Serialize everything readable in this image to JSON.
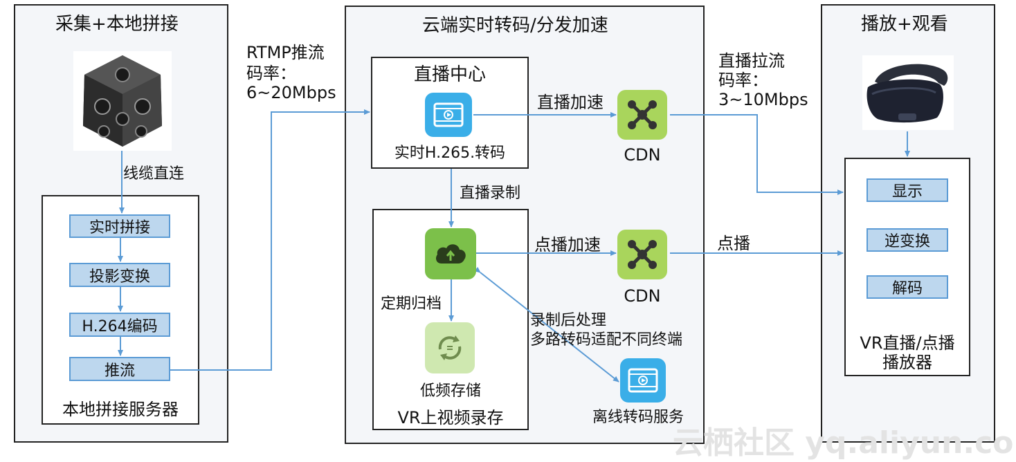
{
  "panels": {
    "capture": {
      "title": "采集+本地拼接"
    },
    "cloud": {
      "title": "云端实时转码/分发加速"
    },
    "playback": {
      "title": "播放+观看"
    }
  },
  "capture": {
    "link_label": "线缆直连",
    "steps": [
      "实时拼接",
      "投影变换",
      "H.264编码",
      "推流"
    ],
    "server_label": "本地拼接服务器"
  },
  "push": {
    "label_line1": "RTMP推流",
    "label_line2": "码率：",
    "label_line3": "6~20Mbps"
  },
  "cloud": {
    "live_center": {
      "title": "直播中心",
      "transcode_label": "实时H.265.转码"
    },
    "live_accel_label": "直播加速",
    "cdn_label": "CDN",
    "record_label": "直播录制",
    "vod_accel_label": "点播加速",
    "archive_label": "定期归档",
    "cold_storage_label": "低频存储",
    "vr_storage_title": "VR上视频录存",
    "post_line1": "录制后处理",
    "post_line2": "多路转码适配不同终端",
    "offline_label": "离线转码服务"
  },
  "pull": {
    "label_line1": "直播拉流",
    "label_line2": "码率：",
    "label_line3": "3~10Mbps",
    "vod_label": "点播"
  },
  "player": {
    "steps": [
      "显示",
      "逆变换",
      "解码"
    ],
    "name_line1": "VR直播/点播",
    "name_line2": "播放器"
  },
  "watermark": "云栖社区 yq.aliyun.com",
  "colors": {
    "arrow": "#5b9bd5",
    "step_fill": "#bdd7ee",
    "cdn_green": "#a9d55c",
    "media_blue": "#3aaee8"
  }
}
